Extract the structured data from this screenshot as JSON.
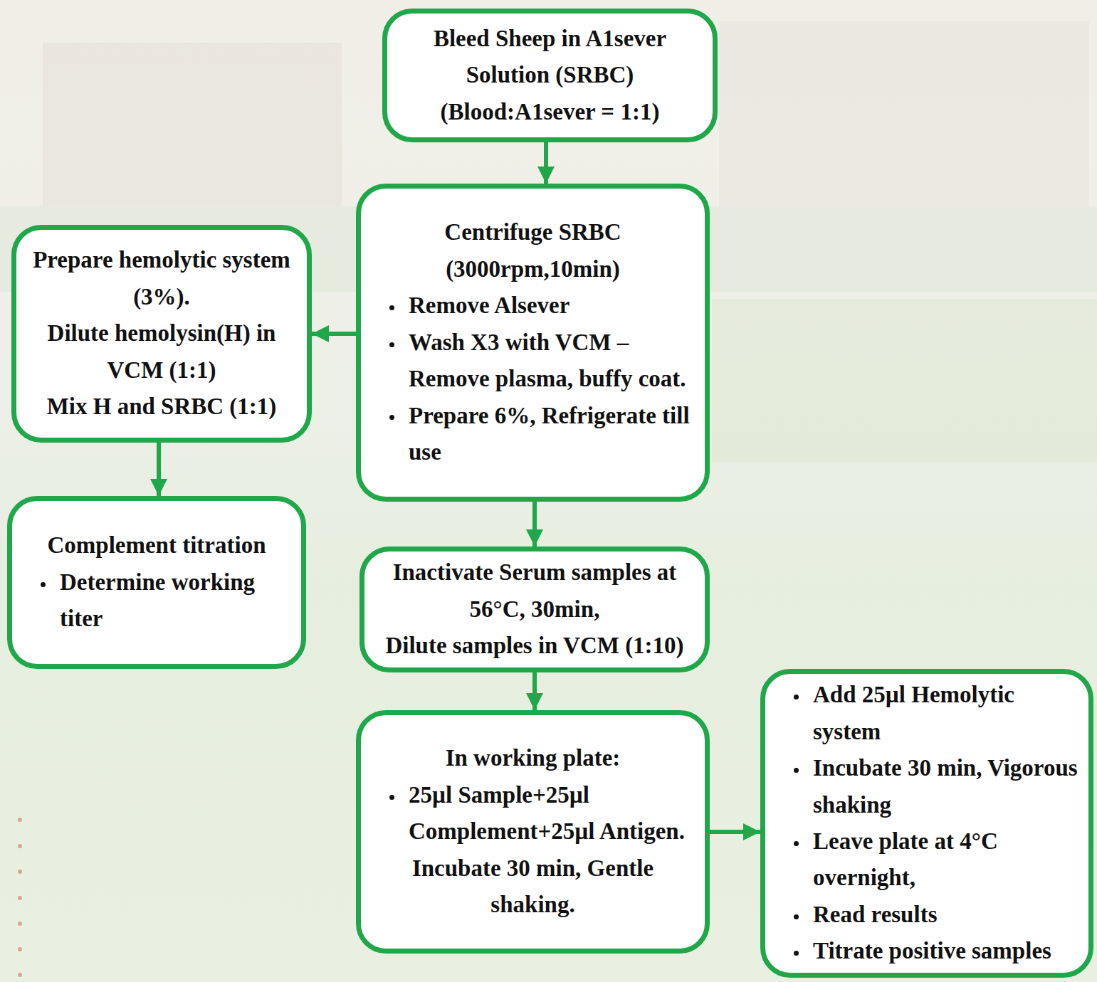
{
  "diagram": {
    "nodes": [
      {
        "text": [
          "Bleed Sheep in A1sever Solution (SRBC)",
          "(Blood:A1sever = 1:1)"
        ]
      },
      {
        "text": [
          "Centrifuge SRBC (3000rpm,10min)",
          "Remove Alsever",
          "Wash X3 with VCM – Remove plasma, buffy coat.",
          "Prepare 6%, Refrigerate till use"
        ]
      },
      {
        "text": [
          "Prepare hemolytic system (3%).",
          "Dilute hemolysin(H) in VCM (1:1)",
          "Mix H and SRBC (1:1)"
        ]
      },
      {
        "text": [
          "Complement titration",
          "Determine working titer"
        ]
      },
      {
        "text": [
          "Inactivate Serum samples at 56°C, 30min,",
          "Dilute samples in VCM (1:10)"
        ]
      },
      {
        "text": [
          "In working plate:",
          "25µl Sample+25µl Complement+25µl Antigen.",
          "Incubate 30 min, Gentle shaking."
        ]
      },
      {
        "text": [
          "Add 25µl Hemolytic system",
          "Incubate 30 min, Vigorous shaking",
          "Leave plate at 4°C overnight,",
          "Read results",
          "Titrate positive samples"
        ]
      }
    ],
    "edges": [
      {
        "from": 0,
        "to": 1,
        "arrow": "to"
      },
      {
        "from": 1,
        "to": 2,
        "arrow": "to"
      },
      {
        "from": 2,
        "to": 3,
        "arrow": "to"
      },
      {
        "from": 1,
        "to": 4,
        "arrow": "to"
      },
      {
        "from": 4,
        "to": 5,
        "arrow": "to"
      },
      {
        "from": 5,
        "to": 6,
        "arrow": "to"
      }
    ]
  }
}
